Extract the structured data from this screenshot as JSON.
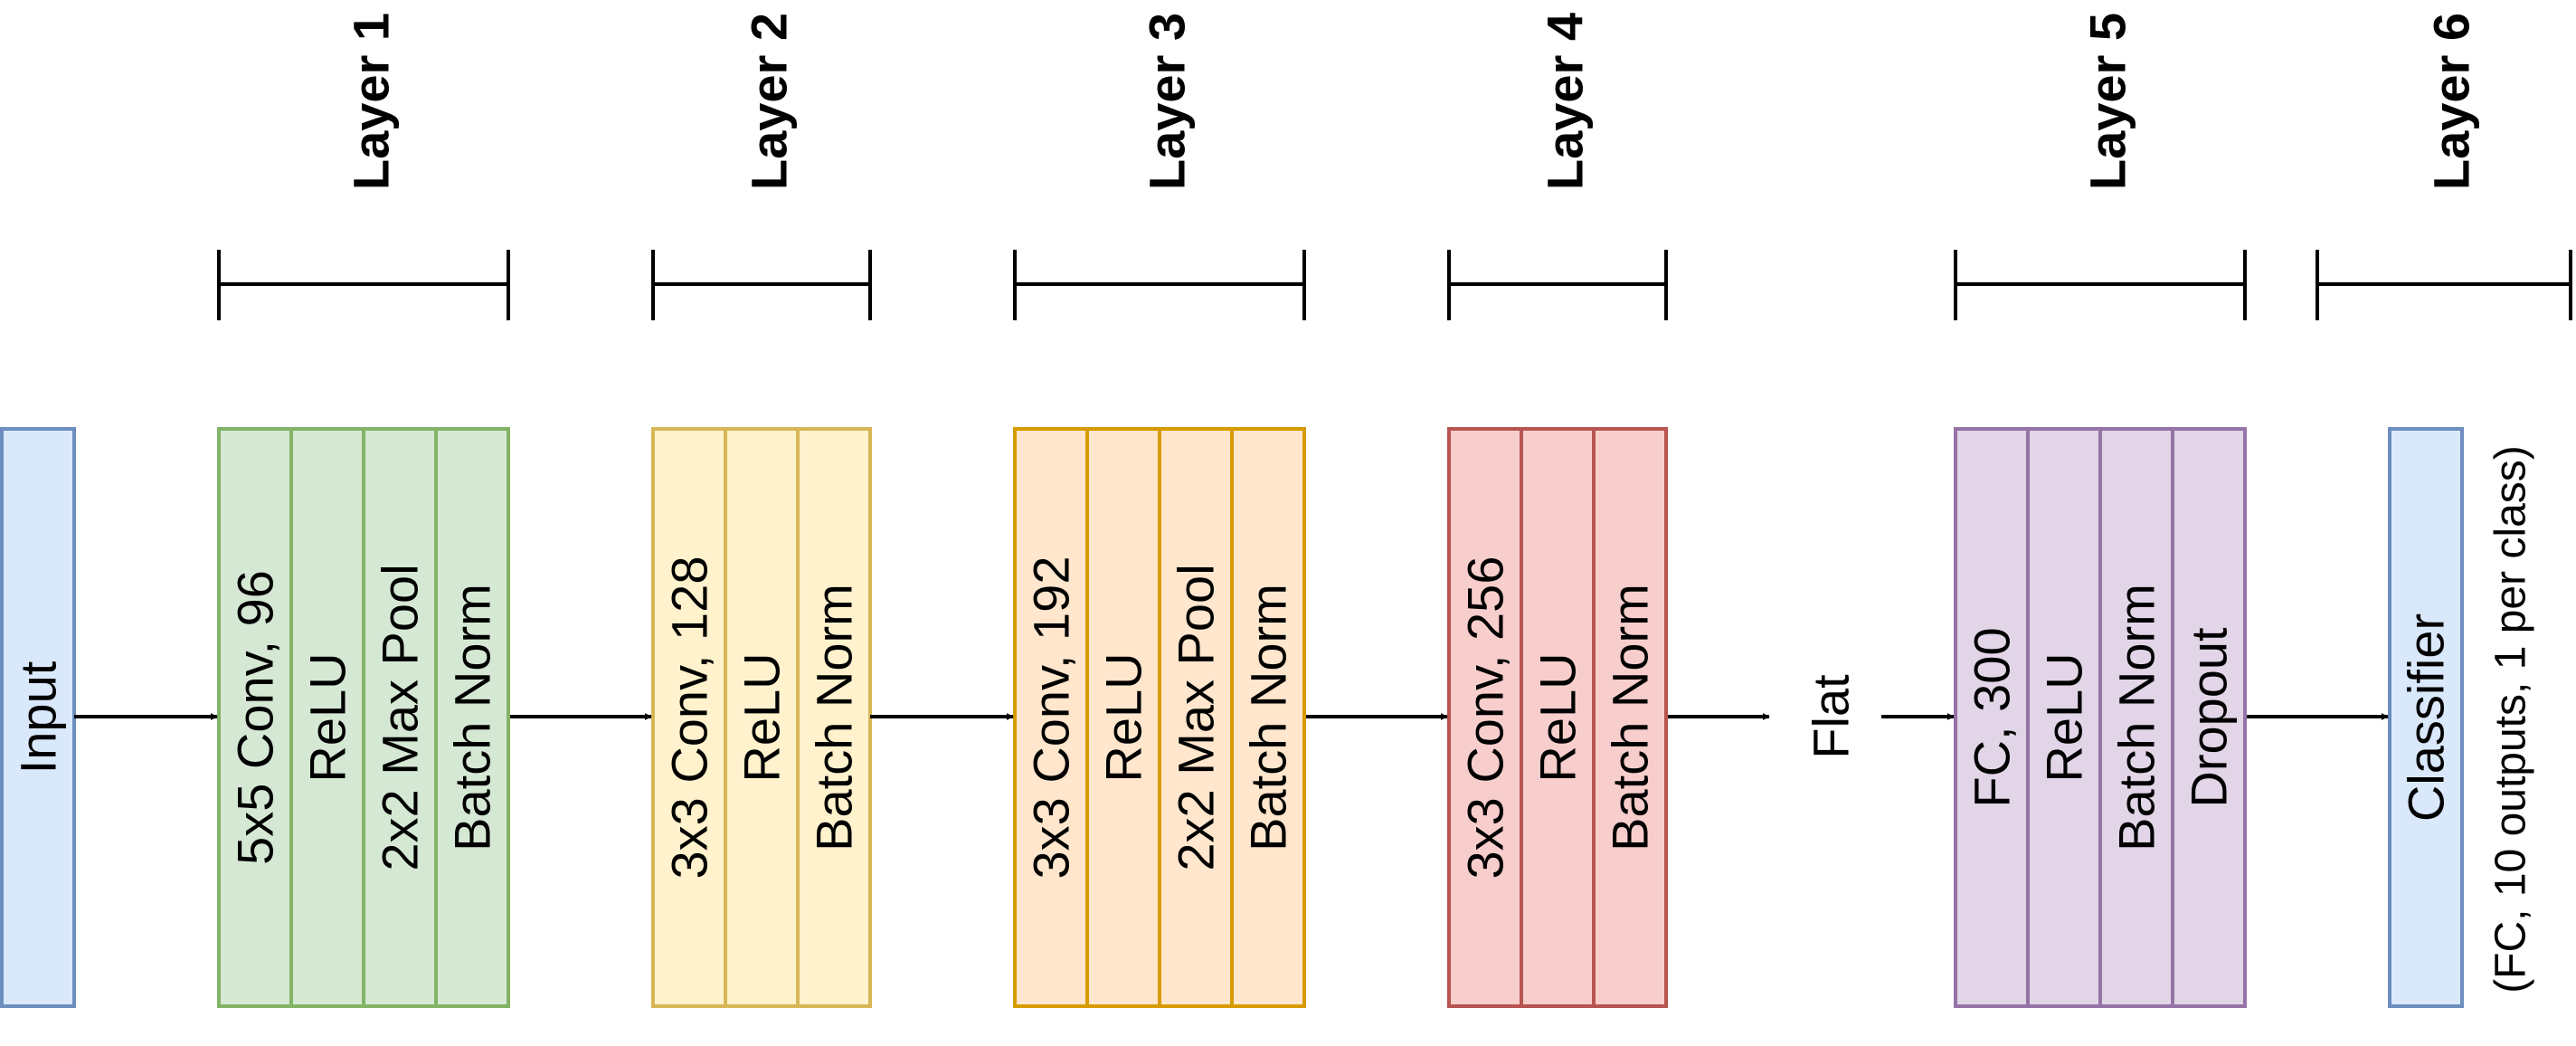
{
  "layers": [
    {
      "title": "Layer 1"
    },
    {
      "title": "Layer 2"
    },
    {
      "title": "Layer 3"
    },
    {
      "title": "Layer 4"
    },
    {
      "title": "Layer 5"
    },
    {
      "title": "Layer 6"
    }
  ],
  "input": {
    "label": "Input",
    "fill": "#dae8fc",
    "stroke": "#6c8ebf"
  },
  "blocks": [
    {
      "fill": "#d5e8d4",
      "stroke": "#82b366",
      "cells": [
        "5x5 Conv, 96",
        "ReLU",
        "2x2 Max Pool",
        "Batch Norm"
      ]
    },
    {
      "fill": "#fff2cc",
      "stroke": "#d6b656",
      "cells": [
        "3x3 Conv, 128",
        "ReLU",
        "Batch Norm"
      ]
    },
    {
      "fill": "#ffe6cc",
      "stroke": "#d79b00",
      "cells": [
        "3x3 Conv, 192",
        "ReLU",
        "2x2 Max Pool",
        "Batch Norm"
      ]
    },
    {
      "fill": "#f8cecc",
      "stroke": "#b85450",
      "cells": [
        "3x3 Conv, 256",
        "ReLU",
        "Batch Norm"
      ]
    },
    {
      "fill": "#e1d5e7",
      "stroke": "#9673a6",
      "cells": [
        "FC, 300",
        "ReLU",
        "Batch Norm",
        "Dropout"
      ]
    }
  ],
  "flat": {
    "label": "Flat"
  },
  "classifier": {
    "label": "Classifier",
    "note": "(FC, 10 outputs, 1 per class)",
    "fill": "#dae8fc",
    "stroke": "#6c8ebf"
  }
}
